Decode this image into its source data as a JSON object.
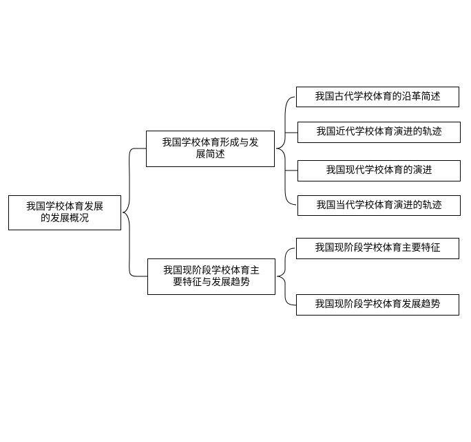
{
  "root": {
    "line1": "我国学校体育发展",
    "line2": "的发展概况"
  },
  "branches": [
    {
      "line1": "我国学校体育形成与发",
      "line2": "展简述",
      "children": [
        "我国古代学校体育的沿革简述",
        "我国近代学校体育演进的轨迹",
        "我国现代学校体育的演进",
        "我国当代学校体育演进的轨迹"
      ]
    },
    {
      "line1": "我国现阶段学校体育主",
      "line2": "要特征与发展趋势",
      "children": [
        "我国现阶段学校体育主要特征",
        "我国现阶段学校体育发展趋势"
      ]
    }
  ],
  "colors": {
    "line": "#000000",
    "box_border": "#000000",
    "box_fill": "#ffffff"
  }
}
